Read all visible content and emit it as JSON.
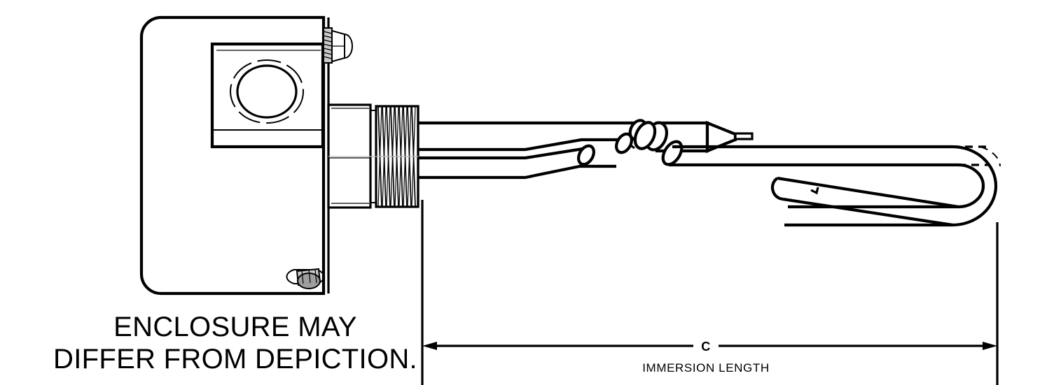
{
  "drawing": {
    "title": "Immersion Heater Assembly Drawing",
    "notes": {
      "line1": "ENCLOSURE MAY",
      "line2": "DIFFER FROM DEPICTION."
    },
    "dimension": {
      "label": "C",
      "name": "IMMERSION LENGTH"
    },
    "colors": {
      "line": "#000000",
      "background": "#ffffff",
      "metal_fill": "#c9c9c9",
      "metal_shadow": "#9e9e9e"
    },
    "parts": [
      {
        "id": "enclosure",
        "name": "Terminal Enclosure Housing"
      },
      {
        "id": "inner-panel",
        "name": "Enclosure Cover Panel"
      },
      {
        "id": "conduit-opening",
        "name": "Conduit Knockout Opening"
      },
      {
        "id": "mounting-bolt",
        "name": "Top Mounting Bolt and Nut"
      },
      {
        "id": "ground-lug",
        "name": "Ground Lug Screw"
      },
      {
        "id": "hex-body",
        "name": "Hex Fitting Body"
      },
      {
        "id": "npt-thread",
        "name": "NPT Threaded Section"
      },
      {
        "id": "element-tube-upper",
        "name": "Upper Heating Element Tube"
      },
      {
        "id": "element-tube-lower",
        "name": "Lower Heating Element Tube"
      },
      {
        "id": "thermostat-bulb",
        "name": "Thermostat Sensor Bulb"
      },
      {
        "id": "u-bend",
        "name": "Element U-Bend Return"
      },
      {
        "id": "dimension-line-c",
        "name": "Immersion Length Dimension Line"
      }
    ]
  }
}
